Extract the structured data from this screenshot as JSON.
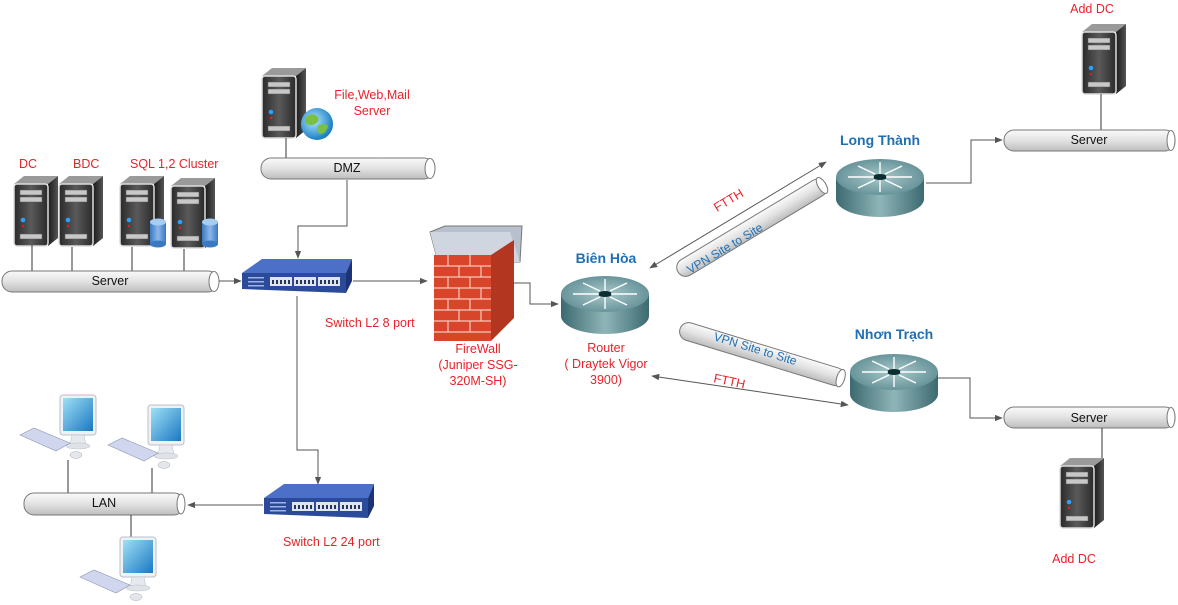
{
  "hq": {
    "servers": [
      {
        "label": "DC"
      },
      {
        "label": "BDC"
      },
      {
        "label": "SQL 1,2  Cluster"
      }
    ],
    "server_bus": {
      "label": "Server"
    },
    "dmz_server": {
      "label_line1": "File,Web,Mail",
      "label_line2": "Server"
    },
    "dmz_bus": {
      "label": "DMZ"
    },
    "switch_8": {
      "label": "Switch L2 8 port"
    },
    "switch_24": {
      "label": "Switch L2 24 port"
    },
    "lan_bus": {
      "label": "LAN"
    },
    "firewall": {
      "line1": "FireWall",
      "line2": "(Juniper SSG-",
      "line3": "320M-SH)"
    },
    "router": {
      "site": "Biên Hòa",
      "line1": "Router",
      "line2": "(  Draytek Vigor",
      "line3": "3900)"
    }
  },
  "branches": [
    {
      "site": "Long Thành",
      "server_bus": "Server",
      "server_label": "Add DC",
      "link_type": "FTTH",
      "tunnel": "VPN Site to Site"
    },
    {
      "site": "Nhơn Trạch",
      "server_bus": "Server",
      "server_label": "Add DC",
      "link_type": "FTTH",
      "tunnel": "VPN Site to Site"
    }
  ],
  "colors": {
    "label_red": "#e8222a",
    "site_blue": "#1f6fb5",
    "switch_blue": "#2b4a9a",
    "router_teal": "#4f7f85",
    "firewall_red": "#d8452b"
  }
}
